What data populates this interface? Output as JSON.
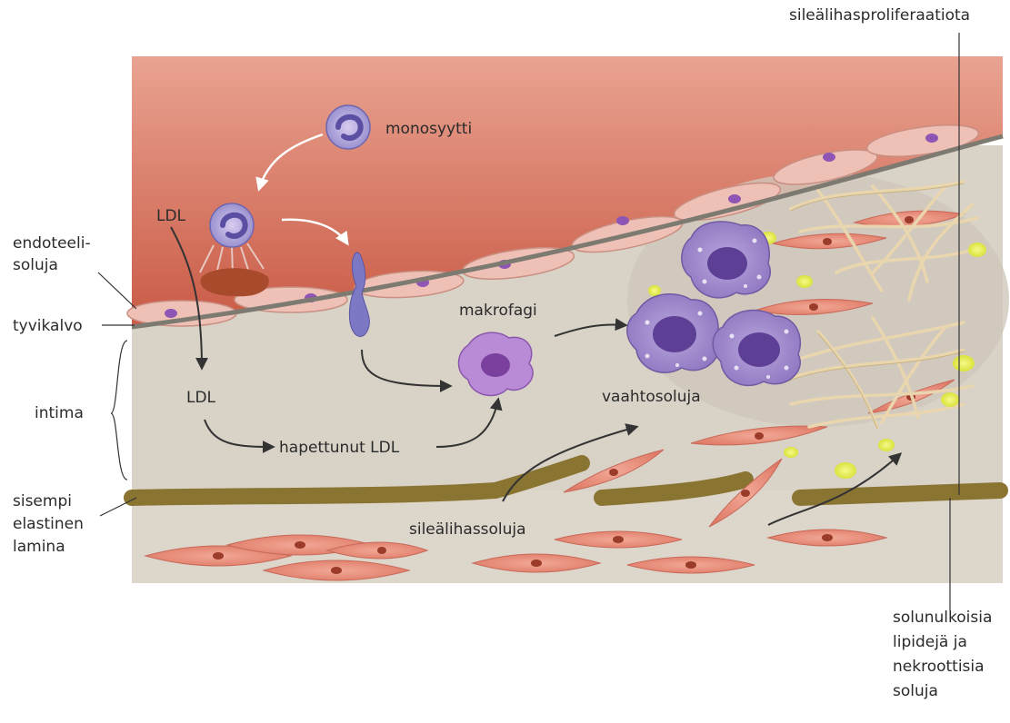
{
  "labels": {
    "smooth_muscle_proliferation": "sileälihasproliferaatiota",
    "monocyte": "monosyytti",
    "ldl_top": "LDL",
    "endothelial_line1": "endoteeli-",
    "endothelial_line2": "soluja",
    "basement_membrane": "tyvikalvo",
    "intima": "intima",
    "ldl_intima": "LDL",
    "oxidized_ldl": "hapettunut LDL",
    "macrophage": "makrofagi",
    "foam_cells": "vaahtosoluja",
    "elastic_lamina_line1": "sisempi",
    "elastic_lamina_line2": "elastinen",
    "elastic_lamina_line3": "lamina",
    "smooth_muscle_cells": "sileälihassoluja",
    "extracellular_line1": "solunulkoisia",
    "extracellular_line2": "lipidejä ja",
    "extracellular_line3": "nekroottisia",
    "extracellular_line4": "soluja"
  },
  "colors": {
    "lumen_top": "#e9a391",
    "lumen_bottom": "#c95a45",
    "intima": "#d8d2c7",
    "membrane": "#7d7a72",
    "elastic_lamina": "#8a7432",
    "smooth_muscle": "#e8907e",
    "endothelium": "#efc1b6",
    "nucleus": "#8e55b4",
    "foam_cell": "#9a84c7",
    "lipid": "#e6ec4a",
    "collagen": "#e9d6ae",
    "arrow": "#333333",
    "white_arrow": "#ffffff"
  }
}
